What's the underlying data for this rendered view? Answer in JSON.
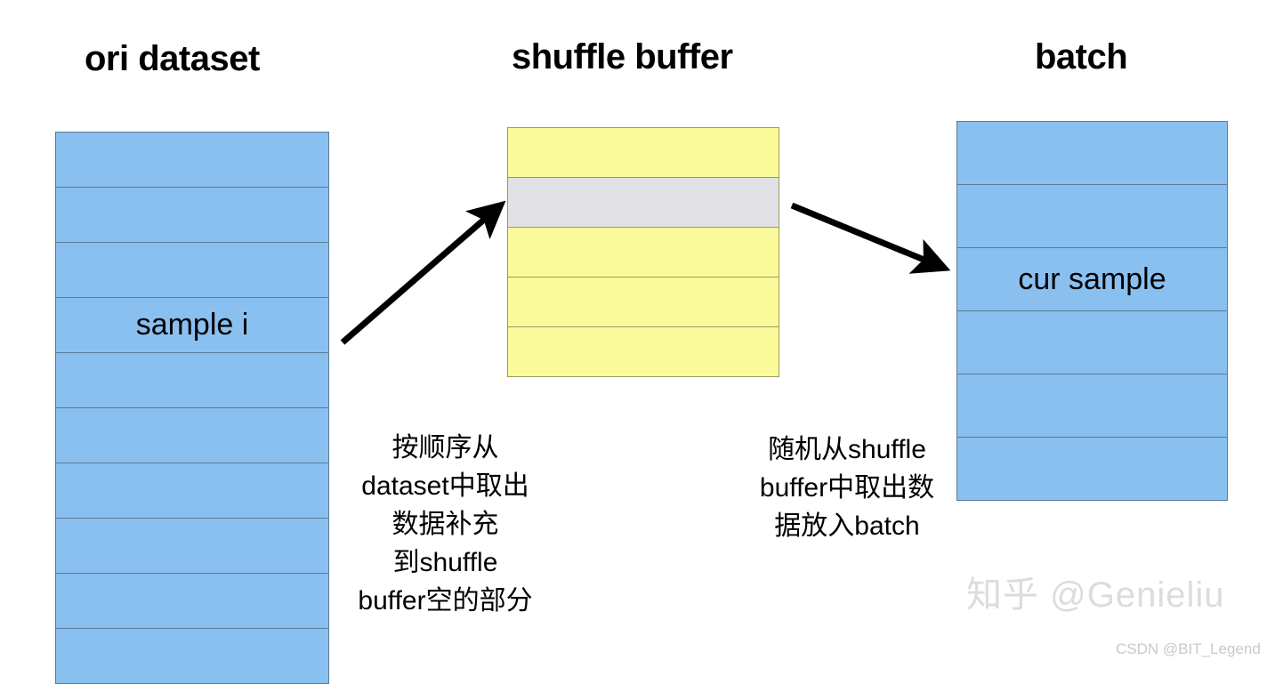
{
  "columns": [
    {
      "id": "ori",
      "title": "ori dataset",
      "cell_color": "#8AC0F0",
      "cells": [
        {
          "label": ""
        },
        {
          "label": ""
        },
        {
          "label": ""
        },
        {
          "label": "sample i"
        },
        {
          "label": ""
        },
        {
          "label": ""
        },
        {
          "label": ""
        },
        {
          "label": ""
        },
        {
          "label": ""
        },
        {
          "label": ""
        }
      ]
    },
    {
      "id": "shuffle",
      "title": "shuffle buffer",
      "cell_color": "#FBFA9B",
      "empty_slot_color": "#E2E2E6",
      "cells": [
        {
          "label": "",
          "state": "filled"
        },
        {
          "label": "",
          "state": "empty"
        },
        {
          "label": "",
          "state": "filled"
        },
        {
          "label": "",
          "state": "filled"
        },
        {
          "label": "",
          "state": "filled"
        }
      ]
    },
    {
      "id": "batch",
      "title": "batch",
      "cell_color": "#8AC0F0",
      "cells": [
        {
          "label": ""
        },
        {
          "label": ""
        },
        {
          "label": "cur sample"
        },
        {
          "label": ""
        },
        {
          "label": ""
        },
        {
          "label": ""
        }
      ]
    }
  ],
  "arrows": [
    {
      "id": "dataset-to-buffer",
      "from": "ori dataset",
      "to": "shuffle buffer",
      "color": "#000000",
      "caption": "按顺序从\ndataset中取出\n数据补充\n到shuffle\nbuffer空的部分"
    },
    {
      "id": "buffer-to-batch",
      "from": "shuffle buffer",
      "to": "batch",
      "color": "#000000",
      "caption": "随机从shuffle\nbuffer中取出数\n据放入batch"
    }
  ],
  "watermarks": {
    "zhihu": "知乎 @Genieliu",
    "csdn": "CSDN @BIT_Legend"
  }
}
